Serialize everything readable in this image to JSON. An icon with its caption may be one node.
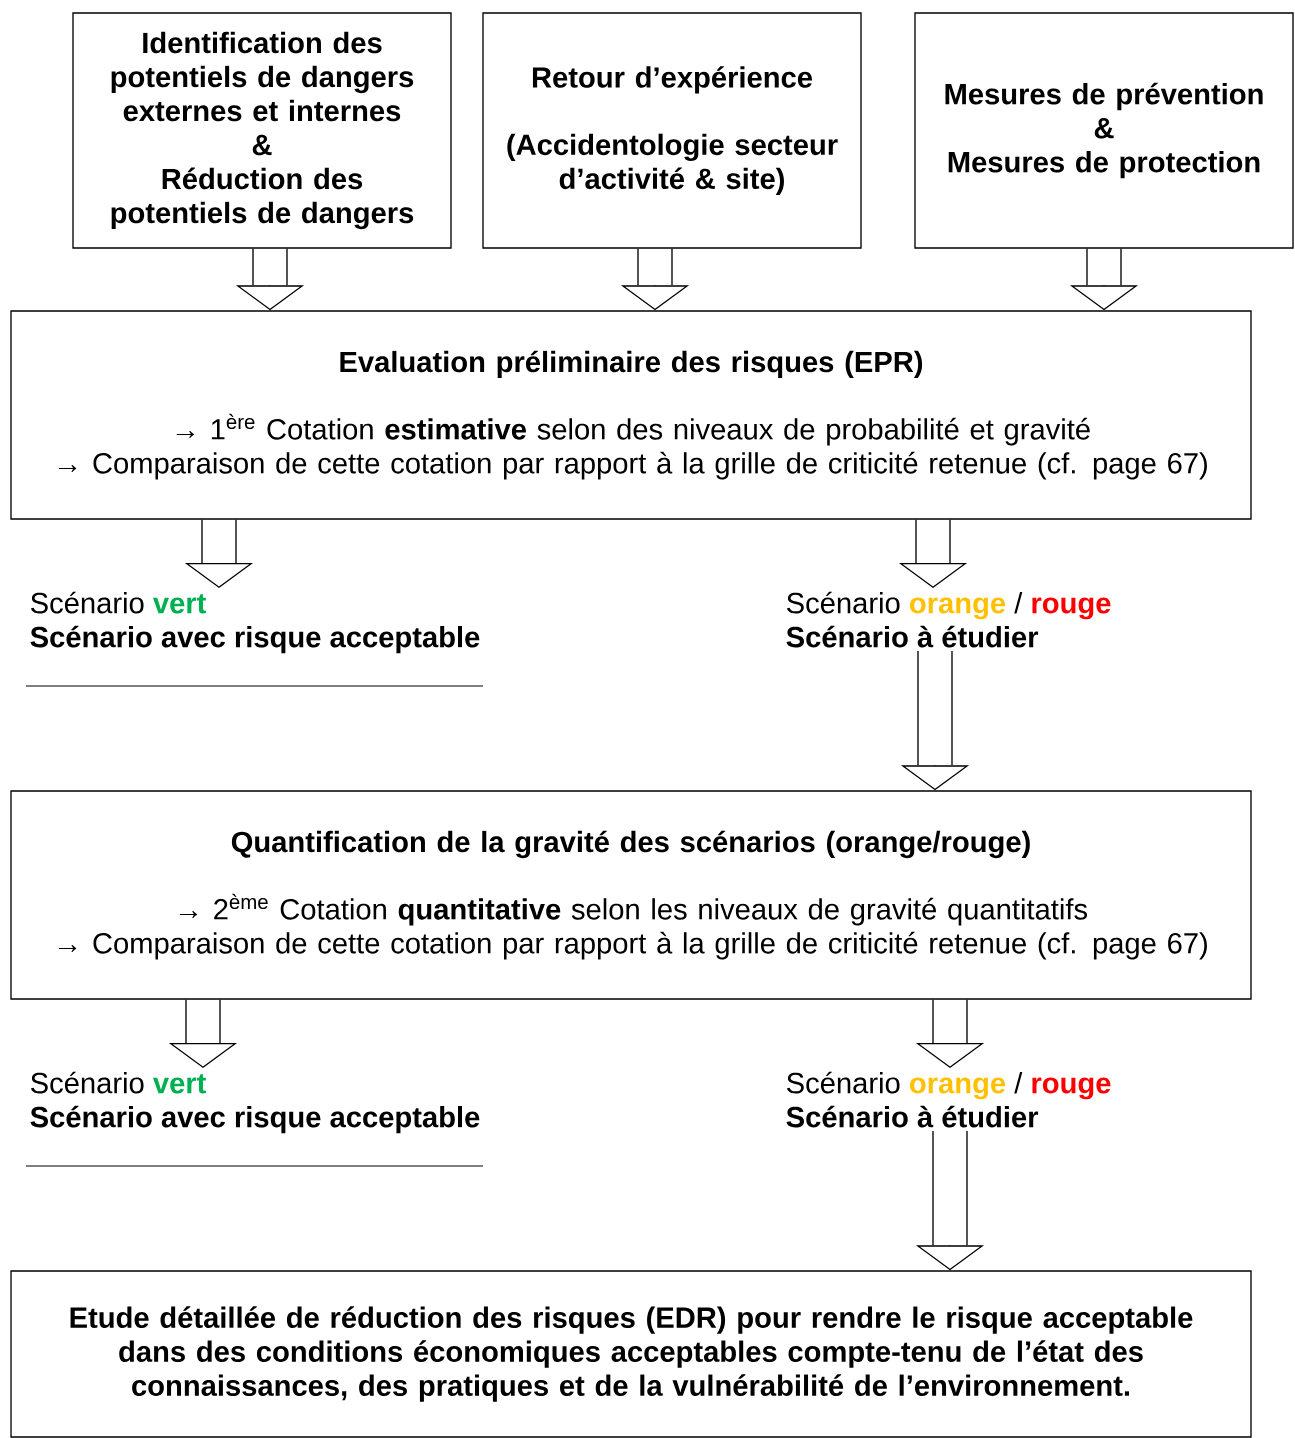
{
  "diagram": {
    "nodes": [
      {
        "text": [
          "Identification des potentiels de dangers externes et internes",
          "&",
          "Réduction des potentiels de dangers"
        ]
      },
      {
        "text": [
          "Retour d’expérience",
          "(Accidentologie secteur d’activité & site)"
        ]
      },
      {
        "text": [
          "Mesures de prévention",
          "&",
          "Mesures de protection"
        ]
      },
      {
        "text": [
          "Evaluation préliminaire des risques (EPR)",
          "→ 1$^{ère}$ Cotation **estimative** selon des niveaux de probabilité et gravité",
          "→ Comparaison de cette cotation par rapport à la grille de criticité retenue (cf. page 67)"
        ]
      },
      {
        "text": [
          "Scénario",
          "vert",
          "Scénario avec risque acceptable"
        ]
      },
      {
        "text": [
          "Scénario",
          "orange",
          "/",
          "rouge",
          "Scénario à étudier"
        ]
      },
      {
        "text": [
          "Quantification de la gravité des scénarios (orange/rouge)",
          "→ 2$^{ème}$ Cotation **quantitative** selon les niveaux de gravité quantitatifs",
          "→ Comparaison de cette cotation par rapport à la grille de criticité retenue (cf. page 67)"
        ]
      },
      {
        "text": [
          "Scénario",
          "vert",
          "Scénario avec risque acceptable"
        ]
      },
      {
        "text": [
          "Scénario",
          "orange",
          "/",
          "rouge",
          "Scénario à étudier"
        ]
      },
      {
        "text": [
          "Etude détaillée de réduction des risques (EDR) pour rendre le risque acceptable dans des conditions économiques acceptables compte-tenu de l’état des connaissances, des pratiques et de la vulnérabilité de l’environnement."
        ]
      }
    ],
    "edges": [
      {
        "from": 0,
        "to": 3,
        "arrow": "to"
      },
      {
        "from": 1,
        "to": 3,
        "arrow": "to"
      },
      {
        "from": 2,
        "to": 3,
        "arrow": "to"
      },
      {
        "from": 3,
        "to": 4,
        "arrow": "to"
      },
      {
        "from": 3,
        "to": 5,
        "arrow": "to"
      },
      {
        "from": 5,
        "to": 6,
        "arrow": "to"
      },
      {
        "from": 6,
        "to": 7,
        "arrow": "to"
      },
      {
        "from": 6,
        "to": 8,
        "arrow": "to"
      },
      {
        "from": 8,
        "to": 9,
        "arrow": "to"
      }
    ]
  }
}
